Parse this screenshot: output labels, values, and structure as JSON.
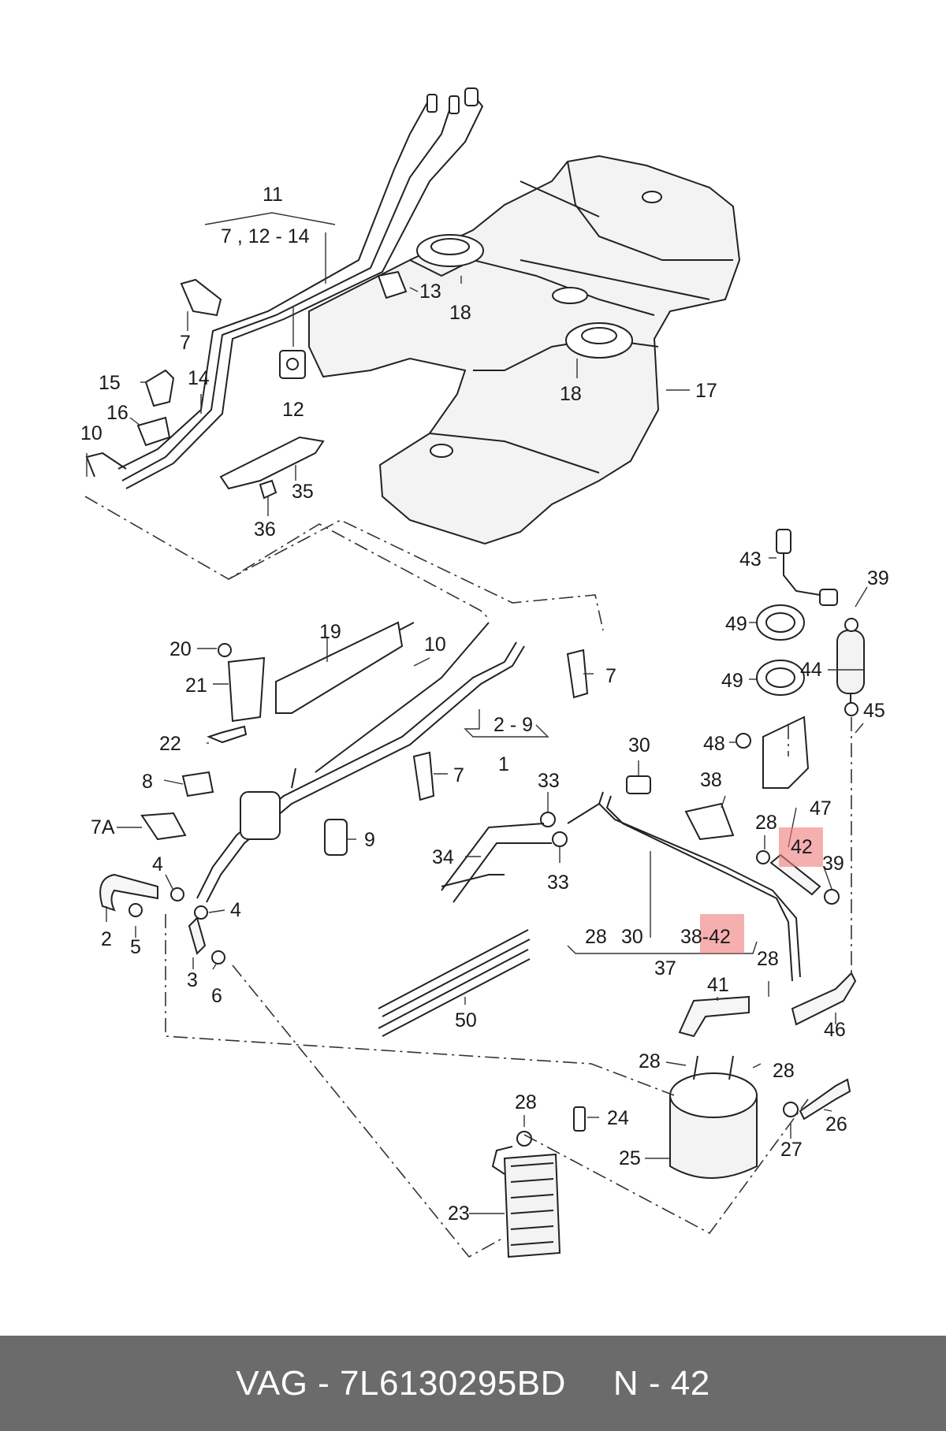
{
  "footer": {
    "part_ref": "VAG - 7L6130295BD",
    "page_ref": "N - 42"
  },
  "highlight_color": "#f07a7a",
  "callouts": {
    "c11": "11",
    "c7_12_14": "7 , 12 - 14",
    "c13": "13",
    "c18a": "18",
    "c18b": "18",
    "c17": "17",
    "c7a": "7",
    "c12": "12",
    "c15": "15",
    "c14": "14",
    "c16": "16",
    "c10a": "10",
    "c35": "35",
    "c36": "36",
    "c43": "43",
    "c39a": "39",
    "c49a": "49",
    "c49b": "49",
    "c44": "44",
    "c45": "45",
    "c19": "19",
    "c20": "20",
    "c21": "21",
    "c22": "22",
    "c10b": "10",
    "c7b": "7",
    "c2_9": "2 - 9",
    "c1": "1",
    "c7c": "7",
    "c8": "8",
    "c9": "9",
    "c7A": "7A",
    "c4a": "4",
    "c4b": "4",
    "c2": "2",
    "c5": "5",
    "c3": "3",
    "c6": "6",
    "c30a": "30",
    "c33a": "33",
    "c33b": "33",
    "c34": "34",
    "c38": "38",
    "c48": "48",
    "c47": "47",
    "c28a": "28",
    "c42a": "42",
    "c39b": "39",
    "c28b": "28",
    "c30b": "30",
    "c38_42_pre": "38-",
    "c38_42_hl": "42",
    "c37": "37",
    "c28c": "28",
    "c41": "41",
    "c50": "50",
    "c46": "46",
    "c28d": "28",
    "c28e": "28",
    "c28f": "28",
    "c24": "24",
    "c25": "25",
    "c27": "27",
    "c26": "26",
    "c23": "23"
  }
}
